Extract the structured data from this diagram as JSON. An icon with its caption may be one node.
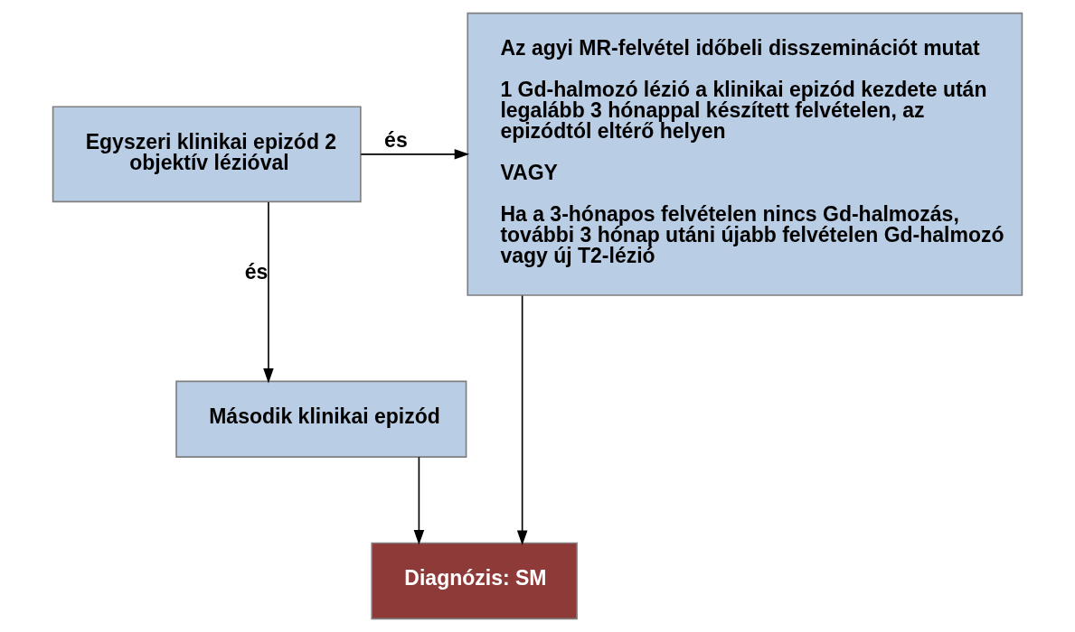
{
  "diagram": {
    "nodes": [
      {
        "text": [
          "Egyszeri klinikai epizód 2 objektív lézióval"
        ]
      },
      {
        "text": [
          "Az agyi MR-felvétel időbeli disszeminációt mutat",
          "1 Gd-halmozó lézió a klinikai epizód kezdete után legalább 3 hónappal készített felvételen, az epizódtól eltérő helyen",
          "VAGY",
          "Ha a 3-hónapos felvételen nincs Gd-halmozás, további 3 hónap utáni újabb felvételen Gd-halmozó vagy új T2-lézió"
        ]
      },
      {
        "text": [
          "Második klinikai epizód"
        ]
      },
      {
        "text": [
          "Diagnózis: SM"
        ]
      }
    ],
    "edges": [
      {
        "from": 0,
        "to": 2,
        "arrow": "to",
        "label": "és"
      },
      {
        "from": 0,
        "to": 1,
        "arrow": "to",
        "label": "és"
      },
      {
        "from": 2,
        "to": 3,
        "arrow": "to"
      },
      {
        "from": 1,
        "to": 3,
        "arrow": "to"
      }
    ]
  }
}
